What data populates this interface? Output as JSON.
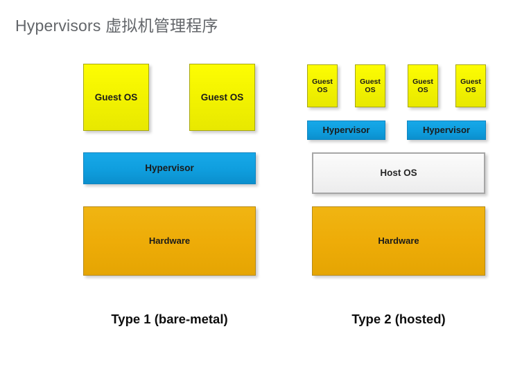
{
  "page": {
    "title": "Hypervisors 虚拟机管理程序",
    "background_color": "#ffffff",
    "title_color": "#63666a"
  },
  "colors": {
    "guest_os": "#f2f200",
    "guest_os_border": "#a6a614",
    "hypervisor": "#0f9ede",
    "hypervisor_border": "#1184bf",
    "hardware": "#eeac08",
    "hardware_border": "#b58a18",
    "host_os": "#f4f4f4",
    "host_os_border": "#a6a6a6",
    "label_text": "#0d0d0d"
  },
  "type1": {
    "caption": "Type 1 (bare-metal)",
    "guest_os": [
      {
        "label": "Guest OS"
      },
      {
        "label": "Guest OS"
      }
    ],
    "hypervisor": {
      "label": "Hypervisor"
    },
    "hardware": {
      "label": "Hardware"
    }
  },
  "type2": {
    "caption": "Type 2 (hosted)",
    "guest_os": [
      {
        "label": "Guest OS"
      },
      {
        "label": "Guest OS"
      },
      {
        "label": "Guest OS"
      },
      {
        "label": "Guest OS"
      }
    ],
    "hypervisors": [
      {
        "label": "Hypervisor"
      },
      {
        "label": "Hypervisor"
      }
    ],
    "host_os": {
      "label": "Host OS"
    },
    "hardware": {
      "label": "Hardware"
    }
  }
}
